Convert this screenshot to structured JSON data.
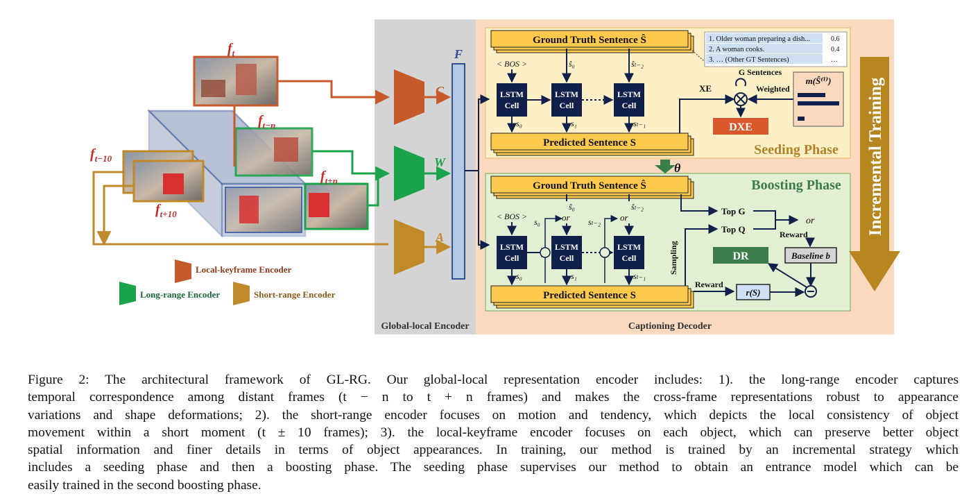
{
  "figure": {
    "frames": {
      "ft_label": "f",
      "ft_sub": "t",
      "ftn_sub": "t−n",
      "ftpn_sub": "t+n",
      "ft10m_sub": "t−10",
      "ft10p_sub": "t+10"
    },
    "legend": {
      "local_keyframe": "Local-keyframe Encoder",
      "long_range": "Long-range Encoder",
      "short_range": "Short-range Encoder"
    },
    "encoder": {
      "C": "C",
      "W": "W",
      "A": "A",
      "F": "F",
      "panel_label": "Global-local Encoder"
    },
    "decoder_label": "Captioning Decoder",
    "incremental_training": "Incremental Training",
    "theta": "θ",
    "seeding": {
      "title": "Seeding Phase",
      "gt_sentence": "Ground Truth Sentence Ŝ",
      "pred_sentence": "Predicted Sentence S",
      "bos": "< BOS >",
      "lstm": [
        "LSTM",
        "Cell"
      ],
      "s_in": [
        "ŝ₀",
        "ŝₗ₋₂"
      ],
      "s_out": [
        "s₀",
        "s₁",
        "sₗ₋₁"
      ],
      "xe": "XE",
      "g_sentences": "G Sentences",
      "weighted": "Weighted",
      "dxe": "DXE",
      "m_label": "m(Ŝ⁽ⁱ⁾)",
      "gt_list": [
        {
          "text": "1. Older woman preparing a dish...",
          "score": "0.6"
        },
        {
          "text": "2. A woman cooks.",
          "score": "0.4"
        },
        {
          "text": "3. … (Other GT Sentences)",
          "score": "…"
        }
      ]
    },
    "boosting": {
      "title": "Boosting Phase",
      "gt_sentence": "Ground Truth Sentence Ŝ",
      "pred_sentence": "Predicted Sentence S",
      "bos": "< BOS >",
      "or": "or",
      "s_side": [
        "s₀",
        "sₗ₋₂"
      ],
      "s_in": [
        "ŝ₀",
        "ŝₗ₋₂"
      ],
      "s_out": [
        "s₀",
        "s₁",
        "sₗ₋₁"
      ],
      "sampling": "Sampling",
      "top_g": "Top G",
      "top_q": "Top Q",
      "reward": "Reward",
      "baseline": "Baseline b",
      "dr": "DR",
      "r_s": "r(S)"
    }
  },
  "caption": {
    "lines": [
      "Figure 2: The architectural framework of GL-RG. Our global-local representation encoder includes: 1). the long-range encoder captures",
      "temporal correspondence among distant frames (t − n to t + n frames) and makes the cross-frame representations robust to appearance",
      "variations and shape deformations; 2). the short-range encoder focuses on motion and tendency, which depicts the local consistency of object",
      "movement within a short moment (t ± 10 frames); 3). the local-keyframe encoder focuses on each object, which can preserve better object",
      "spatial information and finer details in terms of object appearances. In training, our method is trained by an incremental strategy which",
      "includes a seeding phase and then a boosting phase. The seeding phase supervises our method to obtain an entrance model which can be",
      "easily trained in the second boosting phase."
    ]
  },
  "colors": {
    "local_keyframe": "#c65a2a",
    "long_range": "#1aa34a",
    "short_range": "#c08a2a",
    "encoder_panel": "#d4d4d4",
    "decoder_panel": "#fbd9bf",
    "seeding_panel": "#fdf0c6",
    "boosting_panel": "#e3efd3",
    "sentence_bar": "#ffc94d",
    "lstm": "#10204a",
    "dxe": "#d9572a",
    "dr": "#3a7d4a",
    "training_arrow": "#b8861f"
  }
}
